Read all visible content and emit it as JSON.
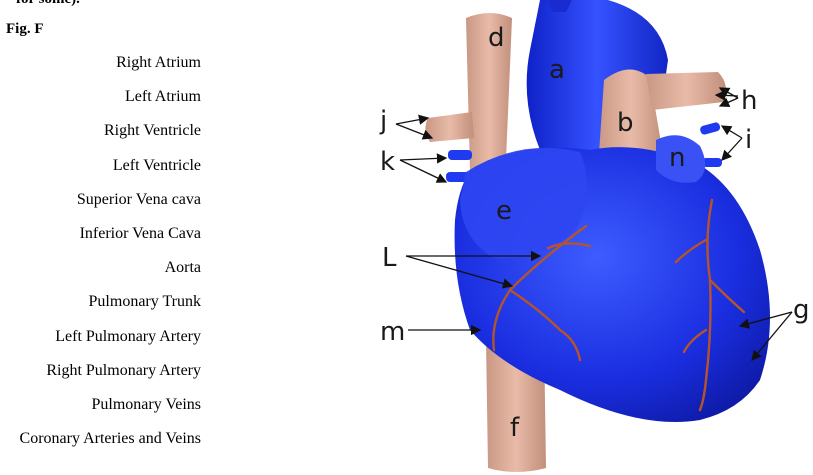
{
  "header_fragment": "for some).",
  "figure_label": "Fig. F",
  "terms": [
    "Right Atrium",
    "Left Atrium",
    "Right Ventricle",
    "Left Ventricle",
    "Superior Vena cava",
    "Inferior Vena Cava",
    "Aorta",
    "Pulmonary Trunk",
    "Left Pulmonary Artery",
    "Right Pulmonary Artery",
    "Pulmonary Veins",
    "Coronary Arteries and Veins"
  ],
  "diagram_labels": {
    "a": "a",
    "b": "b",
    "d": "d",
    "e": "e",
    "f": "f",
    "g": "g",
    "h": "h",
    "i": "i",
    "j": "j",
    "k": "k",
    "L": "L",
    "m": "m",
    "n": "n"
  }
}
